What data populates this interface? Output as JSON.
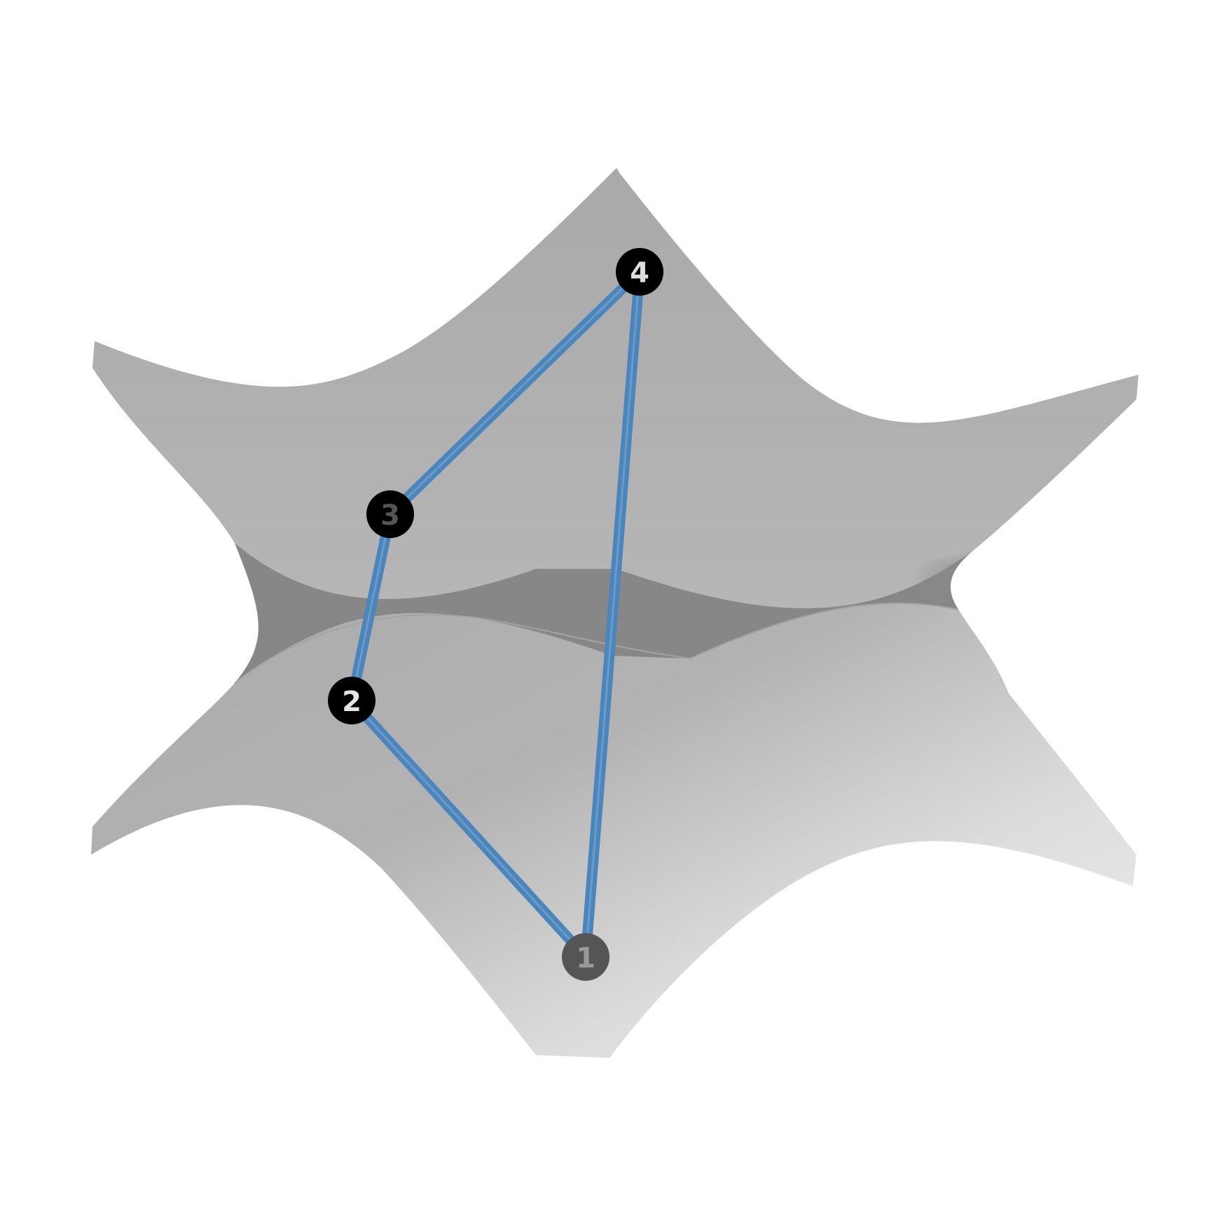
{
  "diagram": {
    "surface_colors": {
      "light": "#e6e6e6",
      "mid": "#bcbcbc",
      "dark": "#8a8a8a",
      "fold": "#858585"
    },
    "edge_color": "#4a86bc",
    "nodes": [
      {
        "id": "1",
        "label": "1",
        "fill": "#555555",
        "text_color": "#9a9a9a"
      },
      {
        "id": "2",
        "label": "2",
        "fill": "#000000",
        "text_color": "#e6e6e6"
      },
      {
        "id": "3",
        "label": "3",
        "fill": "#000000",
        "text_color": "#555555"
      },
      {
        "id": "4",
        "label": "4",
        "fill": "#000000",
        "text_color": "#dddddd"
      }
    ],
    "edges": [
      {
        "from": "1",
        "to": "2"
      },
      {
        "from": "2",
        "to": "3"
      },
      {
        "from": "3",
        "to": "4"
      },
      {
        "from": "4",
        "to": "1"
      }
    ]
  }
}
